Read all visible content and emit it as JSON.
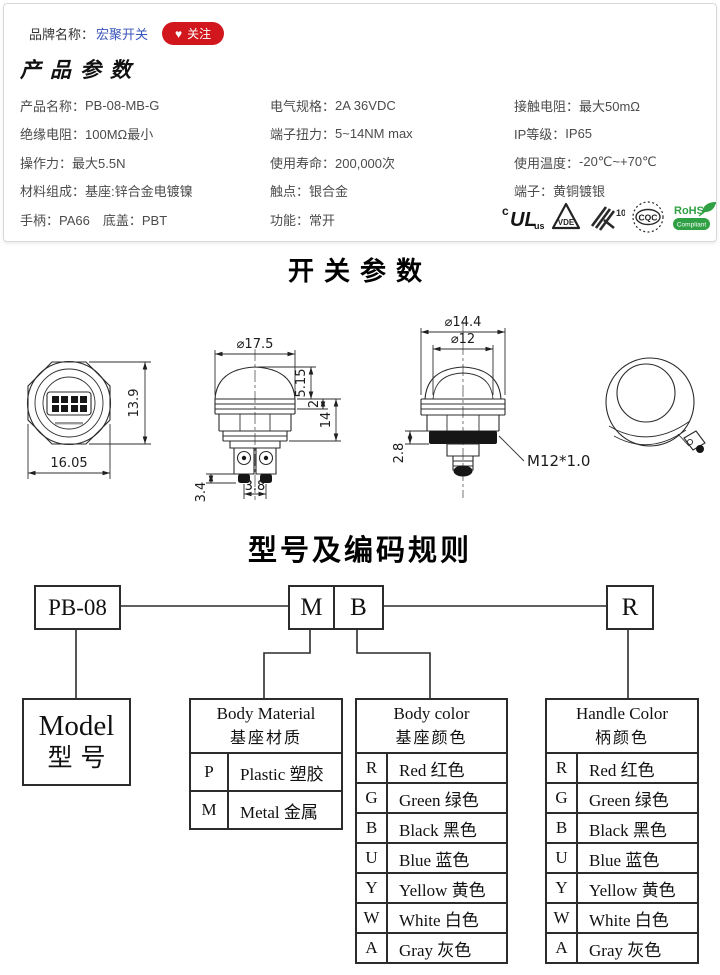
{
  "colors": {
    "accent_red": "#d2161e",
    "link_blue": "#3a55bb",
    "rohs_green": "#2fa043",
    "line_dark": "#2b2b2b"
  },
  "brand_bar": {
    "label": "品牌名称：",
    "brand": "宏聚开关",
    "follow_heart_icon": "♥",
    "follow": "关注"
  },
  "params": {
    "title": "产品参数",
    "grid": [
      [
        {
          "label": "产品名称：",
          "value": "PB-08-MB-G"
        },
        {
          "label": "电气规格：",
          "value": "2A  36VDC"
        },
        {
          "label": "接触电阻：",
          "value": "最大50mΩ"
        }
      ],
      [
        {
          "label": "绝缘电阻：",
          "value": "100MΩ最小"
        },
        {
          "label": "端子扭力：",
          "value": "5~14NM max"
        },
        {
          "label": "IP等级：",
          "value": "IP65"
        }
      ],
      [
        {
          "label": "操作力：",
          "value": "最大5.5N"
        },
        {
          "label": "使用寿命：",
          "value": "200,000次"
        },
        {
          "label": "使用温度：",
          "value": "-20℃~+70℃"
        }
      ],
      [
        {
          "label": "材料组成：",
          "value": "基座:锌合金电镀镍"
        },
        {
          "label": "触点：",
          "value": "银合金"
        },
        {
          "label": "端子：",
          "value": "黄铜镀银"
        }
      ],
      [
        {
          "label": "手柄：",
          "value": "PA66　底盖：PBT"
        },
        {
          "label": "功能：",
          "value": "常开"
        },
        {
          "label": "",
          "value": ""
        }
      ]
    ]
  },
  "certs": {
    "ul_c": "c",
    "ul": "UL",
    "ul_us": "us",
    "vde": "VDE",
    "k10": "10",
    "cqc": "CQC",
    "rohs": "RoHS",
    "rohs_sub": "Compliant"
  },
  "headings": {
    "switch_params": "开关参数",
    "model_coding": "型号及编码规则"
  },
  "drawings": {
    "front": {
      "width": "16.05",
      "height": "13.9"
    },
    "side": {
      "cap_dia": "⌀17.5",
      "dome_h": "5.15",
      "ring_h": "2",
      "body_h": "14",
      "pin_h": "3.4",
      "pin_pitch": "3.8"
    },
    "side2": {
      "cap_dia": "⌀14.4",
      "button_dia": "⌀12",
      "seal_h": "2.8",
      "thread_spec": "M12*1.0"
    }
  },
  "coding": {
    "model_code": "PB-08",
    "code_m": "M",
    "code_b": "B",
    "code_r": "R",
    "model_en": "Model",
    "model_cn": "型号",
    "tables": [
      {
        "header_en": "Body  Material",
        "header_cn": "基座材质",
        "rows": [
          {
            "code": "P",
            "label": "Plastic 塑胶"
          },
          {
            "code": "M",
            "label": "Metal 金属"
          }
        ]
      },
      {
        "header_en": "Body color",
        "header_cn": "基座颜色",
        "rows": [
          {
            "code": "R",
            "label": "Red  红色"
          },
          {
            "code": "G",
            "label": "Green 绿色"
          },
          {
            "code": "B",
            "label": "Black 黑色"
          },
          {
            "code": "U",
            "label": "Blue 蓝色"
          },
          {
            "code": "Y",
            "label": "Yellow 黄色"
          },
          {
            "code": "W",
            "label": "White 白色"
          },
          {
            "code": "A",
            "label": "Gray 灰色"
          }
        ]
      },
      {
        "header_en": "Handle Color",
        "header_cn": "柄颜色",
        "rows": [
          {
            "code": "R",
            "label": "Red  红色"
          },
          {
            "code": "G",
            "label": "Green 绿色"
          },
          {
            "code": "B",
            "label": "Black 黑色"
          },
          {
            "code": "U",
            "label": "Blue 蓝色"
          },
          {
            "code": "Y",
            "label": "Yellow 黄色"
          },
          {
            "code": "W",
            "label": "White 白色"
          },
          {
            "code": "A",
            "label": "Gray 灰色"
          }
        ]
      }
    ]
  }
}
